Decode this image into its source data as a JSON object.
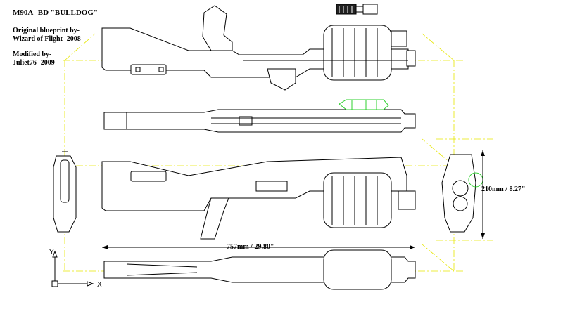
{
  "title": "M90A- BD  \"BULLDOG\"",
  "credits": {
    "line1": "Original blueprint by-",
    "line2": "Wizard of Flight -2008",
    "line3": "Modified by-",
    "line4": "Juliet76 -2009"
  },
  "dimensions": {
    "height": "210mm / 8.27\"",
    "length": "757mm / 29.80\""
  },
  "axes": {
    "x": "X",
    "y": "Y"
  },
  "colors": {
    "construction_lines": "#e6e600",
    "highlight": "#2fd02f",
    "ink": "#000000"
  }
}
